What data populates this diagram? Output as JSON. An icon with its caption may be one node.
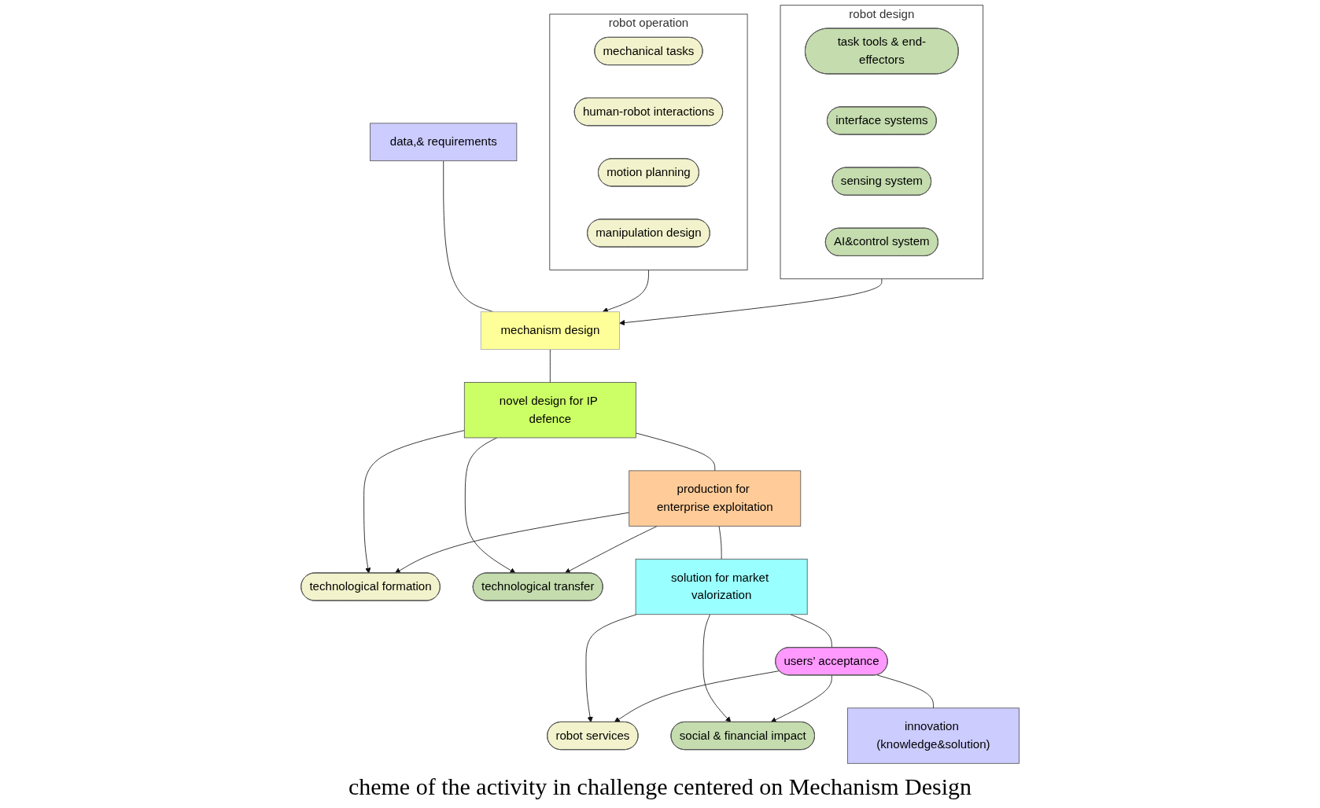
{
  "diagram": {
    "caption": "cheme of the activity in challenge centered on Mechanism Design",
    "nodes": [
      {
        "text": [
          "data,& requirements"
        ]
      },
      {
        "text": [
          "robot operation"
        ]
      },
      {
        "text": [
          "mechanical tasks"
        ],
        "in": 1
      },
      {
        "text": [
          "human-robot interactions"
        ],
        "in": 1
      },
      {
        "text": [
          "motion planning"
        ],
        "in": 1
      },
      {
        "text": [
          "manipulation design"
        ],
        "in": 1
      },
      {
        "text": [
          "mechanism design"
        ]
      },
      {
        "text": [
          "robot design"
        ]
      },
      {
        "text": [
          "task tools & end-effectors"
        ],
        "in": 7
      },
      {
        "text": [
          "interface systems"
        ],
        "in": 7
      },
      {
        "text": [
          "sensing system"
        ],
        "in": 7
      },
      {
        "text": [
          "AI&control system"
        ],
        "in": 7
      },
      {
        "text": [
          "novel design for IP defence"
        ]
      },
      {
        "text": [
          "technological formation"
        ]
      },
      {
        "text": [
          "technological transfer"
        ]
      },
      {
        "text": [
          "production for enterprise exploitation"
        ]
      },
      {
        "text": [
          "solution for market valorization"
        ]
      },
      {
        "text": [
          "robot services"
        ]
      },
      {
        "text": [
          "social & financial impact"
        ]
      },
      {
        "text": [
          "users’ acceptance"
        ]
      },
      {
        "text": [
          "innovation (knowledge&solution)"
        ]
      }
    ],
    "edges": [
      {
        "from": 0,
        "to": 6,
        "arrow": "none"
      },
      {
        "from": 1,
        "to": 6,
        "arrow": "to"
      },
      {
        "from": 7,
        "to": 6,
        "arrow": "to"
      },
      {
        "from": 6,
        "to": 12,
        "arrow": "none"
      },
      {
        "from": 12,
        "to": 13,
        "arrow": "to"
      },
      {
        "from": 12,
        "to": 14,
        "arrow": "to"
      },
      {
        "from": 12,
        "to": 15,
        "arrow": "none"
      },
      {
        "from": 15,
        "to": 13,
        "arrow": "to"
      },
      {
        "from": 15,
        "to": 14,
        "arrow": "to"
      },
      {
        "from": 15,
        "to": 16,
        "arrow": "none"
      },
      {
        "from": 16,
        "to": 17,
        "arrow": "to"
      },
      {
        "from": 16,
        "to": 18,
        "arrow": "to"
      },
      {
        "from": 16,
        "to": 19,
        "arrow": "none"
      },
      {
        "from": 19,
        "to": 17,
        "arrow": "to"
      },
      {
        "from": 19,
        "to": 18,
        "arrow": "to"
      },
      {
        "from": 19,
        "to": 20,
        "arrow": "none"
      }
    ]
  }
}
